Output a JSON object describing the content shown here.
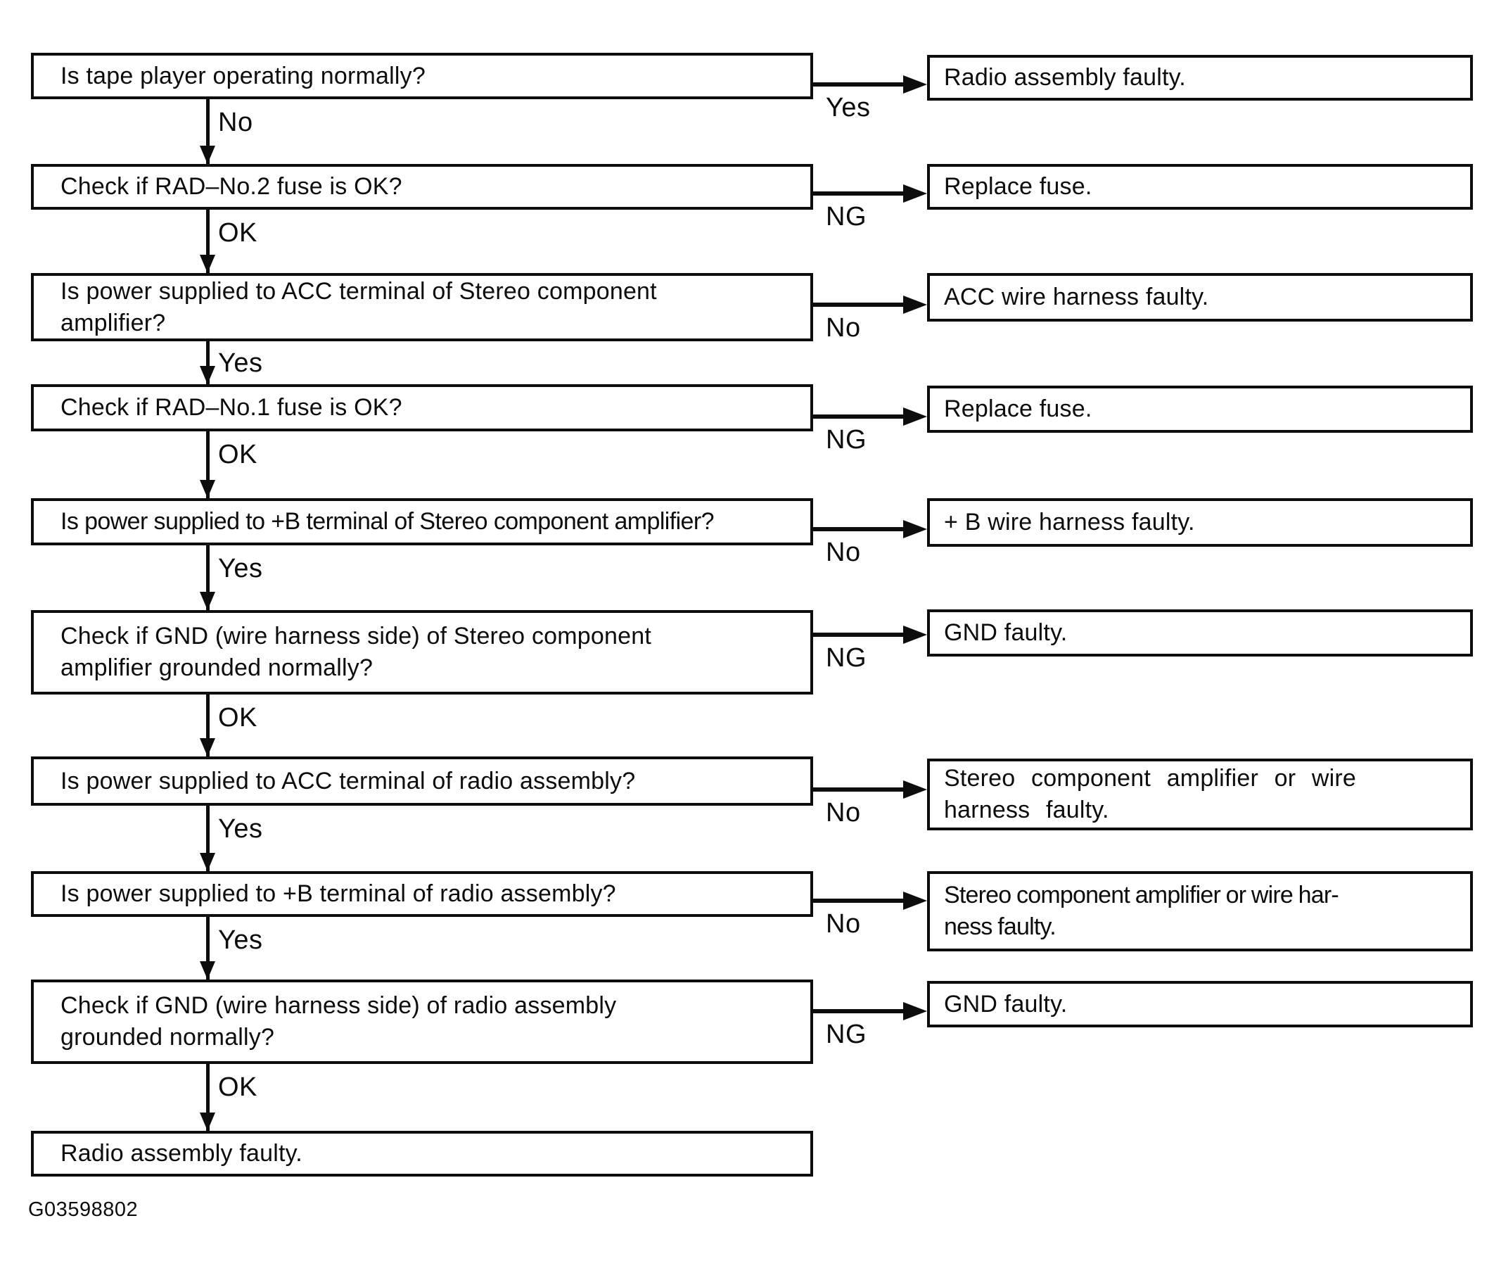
{
  "figure_code": "G03598802",
  "colors": {
    "ink": "#0d0d0d",
    "paper": "#ffffff"
  },
  "flow": {
    "rows": [
      {
        "question": "Is tape player operating normally?",
        "side_label": "Yes",
        "result": "Radio assembly faulty.",
        "down_label": "No"
      },
      {
        "question": "Check if RAD–No.2 fuse is OK?",
        "side_label": "NG",
        "result": "Replace fuse.",
        "down_label": "OK"
      },
      {
        "question": "Is power supplied to ACC terminal of Stereo component\namplifier?",
        "side_label": "No",
        "result": "ACC wire harness faulty.",
        "down_label": "Yes"
      },
      {
        "question": "Check if RAD–No.1 fuse is OK?",
        "side_label": "NG",
        "result": "Replace fuse.",
        "down_label": "OK"
      },
      {
        "question": "Is power supplied to +B terminal of Stereo component amplifier?",
        "side_label": "No",
        "result": "+ B wire harness faulty.",
        "down_label": "Yes"
      },
      {
        "question": "Check if GND (wire harness side) of Stereo component\namplifier grounded normally?",
        "side_label": "NG",
        "result": "GND faulty.",
        "down_label": "OK"
      },
      {
        "question": "Is power supplied to ACC terminal of radio assembly?",
        "side_label": "No",
        "result": "Stereo component amplifier or wire\nharness faulty.",
        "down_label": "Yes"
      },
      {
        "question": "Is power supplied to +B terminal of radio assembly?",
        "side_label": "No",
        "result": "Stereo component amplifier or wire har-\nness faulty.",
        "down_label": "Yes"
      },
      {
        "question": "Check if GND (wire harness side) of radio assembly\ngrounded normally?",
        "side_label": "NG",
        "result": "GND faulty.",
        "down_label": "OK"
      },
      {
        "question": "Radio assembly faulty."
      }
    ]
  }
}
